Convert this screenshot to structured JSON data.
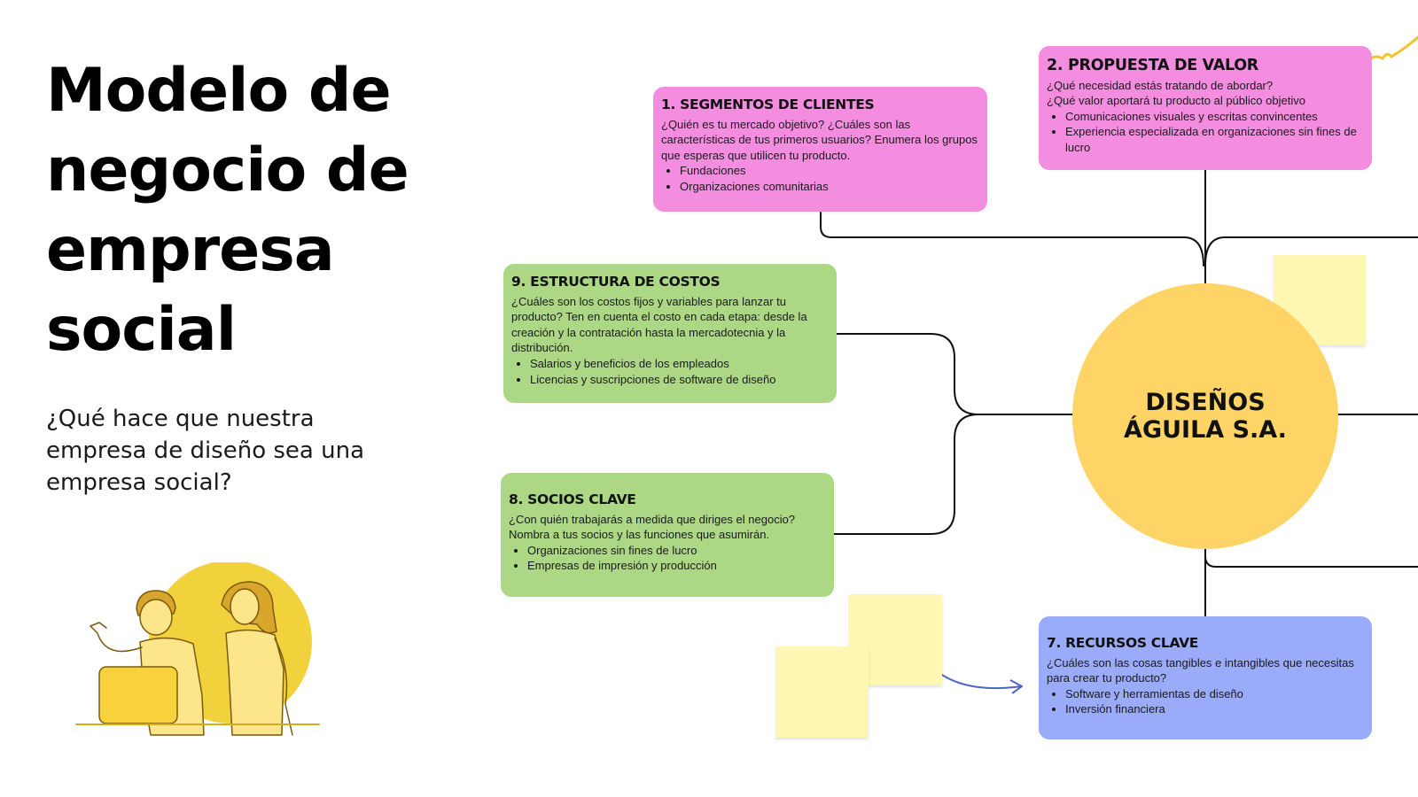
{
  "title": "Modelo de negocio de empresa social",
  "subtitle": "¿Qué hace que nuestra empresa de diseño sea una empresa social?",
  "center_label": "DISEÑOS ÁGUILA S.A.",
  "colors": {
    "segmentos": "#f48de0",
    "propuesta": "#f48de0",
    "costos": "#acd886",
    "socios": "#acd886",
    "recursos": "#9aabfa",
    "center": "#fed466",
    "sticky_note": "#fdf7b3"
  },
  "cards": {
    "segmentos": {
      "title": "1. SEGMENTOS DE CLIENTES",
      "text": "¿Quién es tu mercado objetivo? ¿Cuáles son las características de tus primeros usuarios? Enumera los grupos que esperas que utilicen tu producto.",
      "items": [
        "Fundaciones",
        "Organizaciones comunitarias"
      ]
    },
    "propuesta": {
      "title": "2. PROPUESTA DE VALOR",
      "line1": "¿Qué necesidad estás tratando de abordar?",
      "line2": "¿Qué valor aportará tu producto al público objetivo",
      "items": [
        "Comunicaciones visuales y escritas convincentes",
        "Experiencia especializada en organizaciones sin fines de lucro"
      ]
    },
    "costos": {
      "title": "9. ESTRUCTURA DE COSTOS",
      "text": "¿Cuáles son los costos fijos y variables para lanzar tu producto? Ten en cuenta el costo en cada etapa: desde la creación y la contratación hasta la mercadotecnia y la distribución.",
      "items": [
        "Salarios y beneficios de los empleados",
        "Licencias y suscripciones de software de diseño"
      ]
    },
    "socios": {
      "title": "8. SOCIOS CLAVE",
      "text": "¿Con quién trabajarás a medida que diriges el negocio? Nombra a tus socios y las funciones que asumirán.",
      "items": [
        "Organizaciones sin fines de lucro",
        "Empresas de impresión y producción"
      ]
    },
    "recursos": {
      "title": "7. RECURSOS CLAVE",
      "text": "¿Cuáles son las cosas tangibles e intangibles que necesitas para crear tu producto?",
      "items": [
        "Software y herramientas de diseño",
        "Inversión financiera"
      ]
    }
  }
}
